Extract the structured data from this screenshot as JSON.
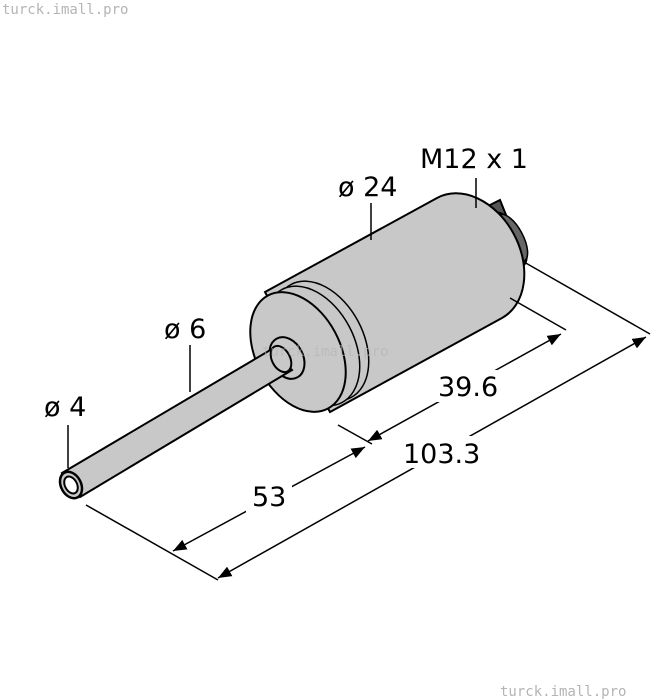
{
  "watermark": "turck.imall.pro",
  "colors": {
    "body": "#c8c8c8",
    "connector": "#555555",
    "outline": "#000000"
  },
  "labels": {
    "connector_thread": "M12 x 1",
    "body_diameter": "ø 24",
    "probe_diameter": "ø 6",
    "tip_diameter": "ø 4",
    "body_length": "39.6",
    "total_length": "103.3",
    "probe_length": "53"
  }
}
